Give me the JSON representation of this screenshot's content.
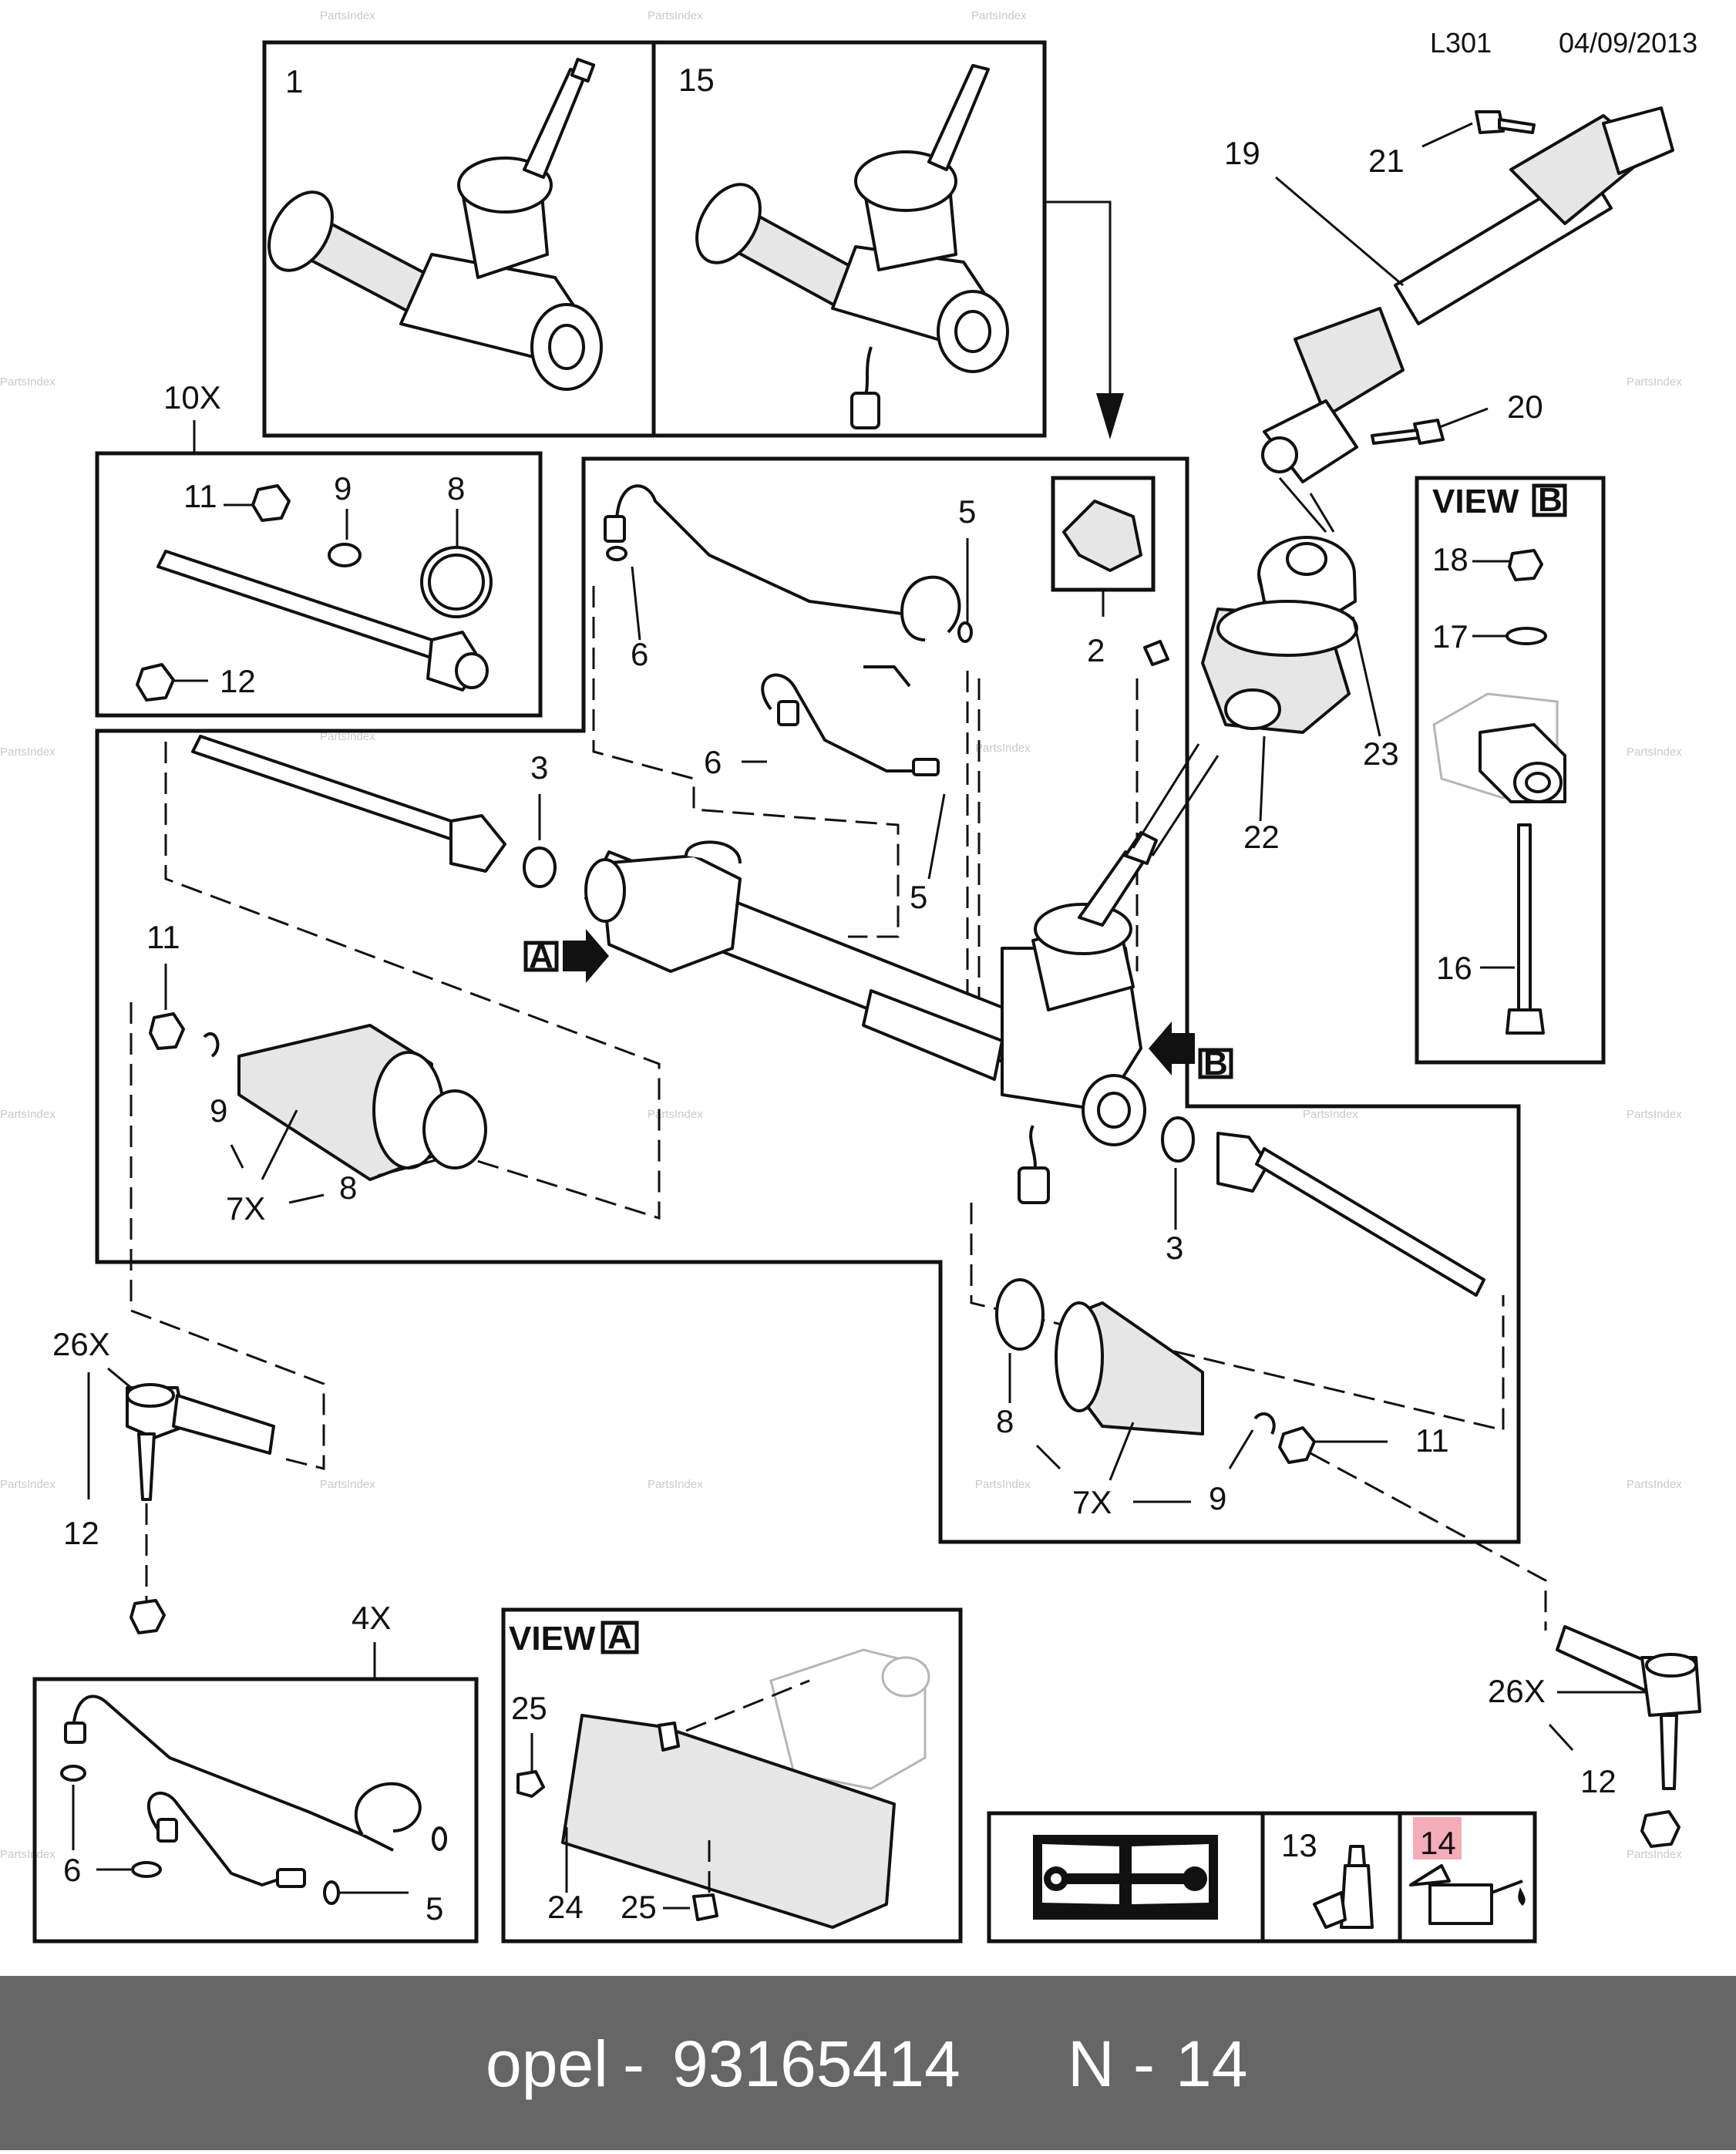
{
  "header": {
    "code": "L301",
    "date": "04/09/2013"
  },
  "watermark": "PartsIndex",
  "footer": {
    "brand": "opel",
    "sep1": "-",
    "part_number": "93165414",
    "ref_prefix": "N",
    "sep2": "-",
    "ref_number": "14"
  },
  "highlight_color": "#f4adb8",
  "footer_color": "#666666",
  "views": {
    "a": "VIEW",
    "a_letter": "A",
    "b": "VIEW",
    "b_letter": "B"
  },
  "arrows": {
    "a": "A",
    "b": "B"
  },
  "callouts": {
    "c1": "1",
    "c15": "15",
    "c10x": "10X",
    "c11a": "11",
    "c9a": "9",
    "c8a": "8",
    "c12a": "12",
    "c5a": "5",
    "c6a": "6",
    "c2": "2",
    "c6b": "6",
    "c5b": "5",
    "c3a": "3",
    "c11b": "11",
    "c9b": "9",
    "c7xa": "7X",
    "c8b": "8",
    "c19": "19",
    "c21": "21",
    "c20": "20",
    "c23": "23",
    "c22": "22",
    "c18": "18",
    "c17": "17",
    "c16": "16",
    "c3b": "3",
    "c8c": "8",
    "c7xb": "7X",
    "c9c": "9",
    "c11c": "11",
    "c26xa": "26X",
    "c12b": "12",
    "c26xb": "26X",
    "c12c": "12",
    "c4x": "4X",
    "c6c": "6",
    "c5c": "5",
    "c25a": "25",
    "c24": "24",
    "c25b": "25",
    "c13": "13",
    "c14": "14"
  }
}
